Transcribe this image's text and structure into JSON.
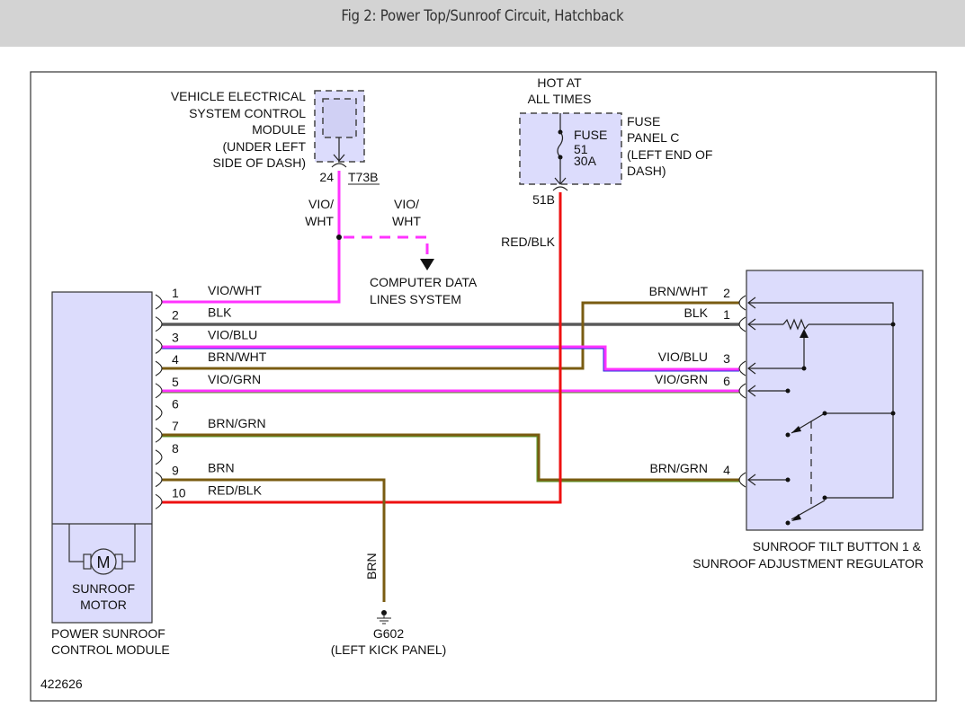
{
  "header": {
    "title": "Fig 2: Power Top/Sunroof Circuit, Hatchback"
  },
  "figure_id": "422626",
  "colors": {
    "component_fill": "#dcdcfc",
    "vio": "#ff33ff",
    "red": "#ee1111",
    "blk": "#555555",
    "brn": "#7a5c12",
    "grn": "#5a9a2a",
    "blu": "#2233dd"
  },
  "vescm": {
    "label": [
      "VEHICLE ELECTRICAL",
      "SYSTEM CONTROL",
      "MODULE",
      "(UNDER LEFT",
      "SIDE OF DASH)"
    ],
    "pin": "24",
    "connector": "T73B",
    "wire_left": [
      "VIO/",
      "WHT"
    ],
    "wire_right": [
      "VIO/",
      "WHT"
    ]
  },
  "data_lines": {
    "label": [
      "COMPUTER DATA",
      "LINES SYSTEM"
    ]
  },
  "fuse": {
    "hot_label": [
      "HOT AT",
      "ALL TIMES"
    ],
    "fuse_label": [
      "FUSE",
      "51",
      "30A"
    ],
    "panel_label": [
      "FUSE",
      "PANEL C",
      "(LEFT END OF",
      "DASH)"
    ],
    "connector": "51B",
    "wire": "RED/BLK"
  },
  "control_module": {
    "label": [
      "POWER SUNROOF",
      "CONTROL MODULE"
    ],
    "motor_label": [
      "SUNROOF",
      "MOTOR"
    ],
    "motor_symbol": "M",
    "pins": [
      {
        "pin": "1",
        "wire": "VIO/WHT"
      },
      {
        "pin": "2",
        "wire": "BLK"
      },
      {
        "pin": "3",
        "wire": "VIO/BLU"
      },
      {
        "pin": "4",
        "wire": "BRN/WHT"
      },
      {
        "pin": "5",
        "wire": "VIO/GRN"
      },
      {
        "pin": "6",
        "wire": ""
      },
      {
        "pin": "7",
        "wire": "BRN/GRN"
      },
      {
        "pin": "8",
        "wire": ""
      },
      {
        "pin": "9",
        "wire": "BRN"
      },
      {
        "pin": "10",
        "wire": "RED/BLK"
      }
    ]
  },
  "tilt_button": {
    "label": [
      "SUNROOF TILT BUTTON 1 &",
      "SUNROOF ADJUSTMENT REGULATOR"
    ],
    "pins": [
      {
        "pin": "2",
        "wire": "BRN/WHT"
      },
      {
        "pin": "1",
        "wire": "BLK"
      },
      {
        "pin": "3",
        "wire": "VIO/BLU"
      },
      {
        "pin": "6",
        "wire": "VIO/GRN"
      },
      {
        "pin": "4",
        "wire": "BRN/GRN"
      }
    ]
  },
  "ground": {
    "wire": "BRN",
    "label": [
      "G602",
      "(LEFT KICK PANEL)"
    ]
  }
}
